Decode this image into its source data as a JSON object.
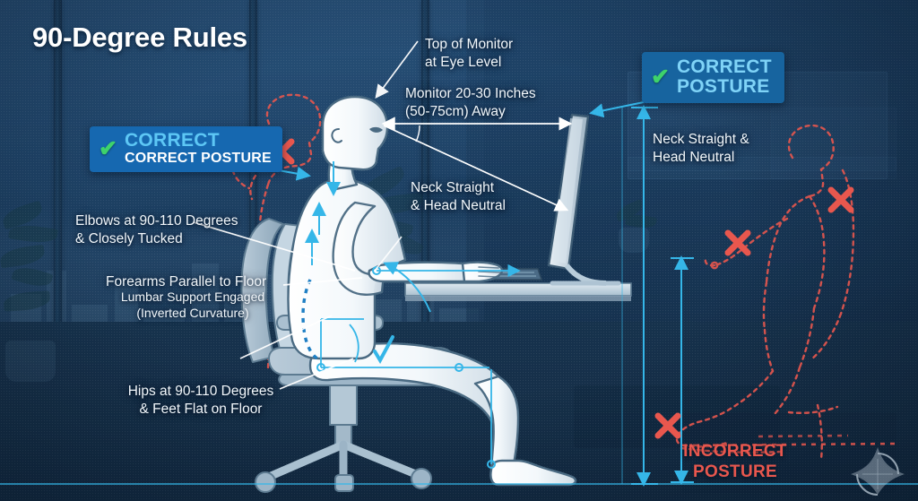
{
  "title": "90-Degree Rules",
  "badges": {
    "left": {
      "icon": "check-icon",
      "line1": "CORRECT",
      "line2": "CORRECT POSTURE"
    },
    "right": {
      "icon": "check-icon",
      "line1": "CORRECT",
      "line2": "POSTURE"
    }
  },
  "annotations": {
    "monitor_eye_level": "Top of Monitor\nat Eye Level",
    "monitor_distance": "Monitor 20-30 Inches\n(50-75cm) Away",
    "neck_center": "Neck Straight\n& Head Neutral",
    "neck_right": "Neck Straight &\nHead Neutral",
    "elbows": "Elbows at 90-110 Degrees\n& Closely Tucked",
    "forearms": "Forearms Parallel to Floor",
    "lumbar": "Lumbar Support Engaged\n(Inverted Curvature)",
    "hips": "Hips at 90-110 Degrees\n& Feet Flat on Floor"
  },
  "incorrect_label": "INCORRECT\nPOSTURE",
  "markers": {
    "x_left": "x-mark-icon",
    "x_right_upper": "x-mark-icon",
    "x_right_lower": "x-mark-icon",
    "x_bottom": "x-mark-icon"
  },
  "colors": {
    "background_blue": "#2b5273",
    "accent_cyan": "#35b6e8",
    "badge_blue": "#1668b0",
    "badge_text": "#5dc7f5",
    "check_green": "#3ed26b",
    "error_red": "#e8574e",
    "figure_fill": "#eef4f8",
    "guide_white": "#ffffff",
    "title_white": "#ffffff"
  },
  "logo": {
    "name": "compass-rose-logo"
  }
}
